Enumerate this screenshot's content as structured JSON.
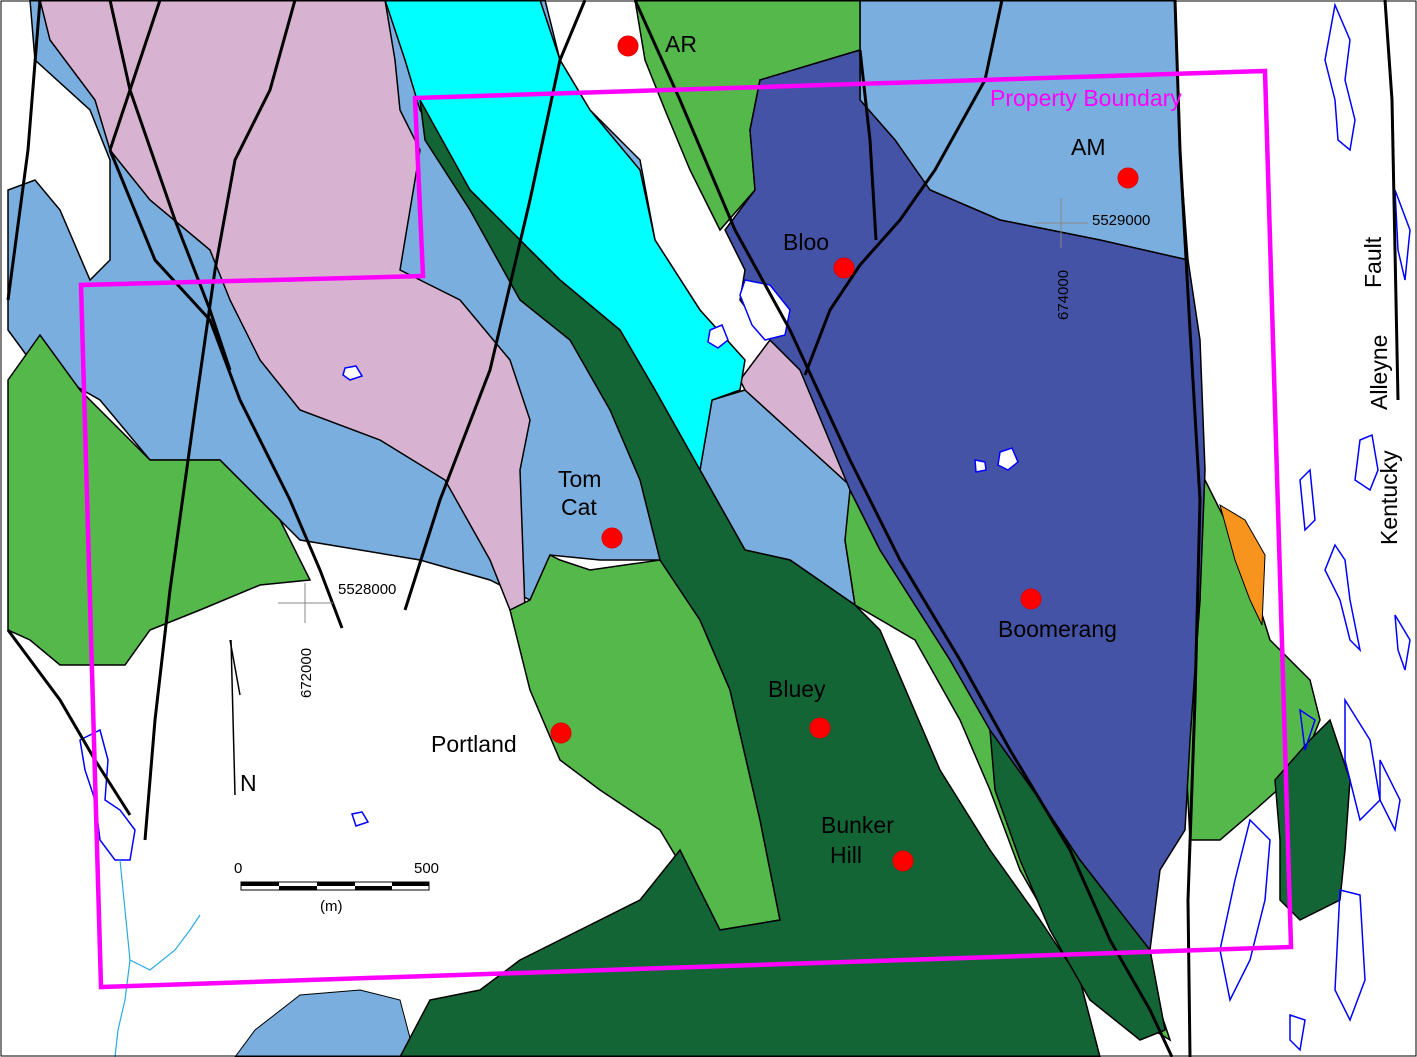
{
  "colors": {
    "pale_blue": "#7aaede",
    "pink": "#d8b3d1",
    "cyan": "#00ffff",
    "light_green": "#55b84a",
    "dark_green": "#136536",
    "navy_blue": "#4553a6",
    "orange": "#f7941d",
    "boundary": "#ff00ff",
    "deposit_marker": "#ff0000",
    "water_outline": "#0000ff",
    "stream": "#29abe2",
    "fault_line": "#000000"
  },
  "boundary_label": "Property Boundary",
  "deposits": [
    {
      "name": "AR",
      "label_lines": [
        "AR"
      ]
    },
    {
      "name": "AM",
      "label_lines": [
        "AM"
      ]
    },
    {
      "name": "Bloo",
      "label_lines": [
        "Bloo"
      ]
    },
    {
      "name": "Tom Cat",
      "label_lines": [
        "Tom",
        "Cat"
      ]
    },
    {
      "name": "Boomerang",
      "label_lines": [
        "Boomerang"
      ]
    },
    {
      "name": "Bluey",
      "label_lines": [
        "Bluey"
      ]
    },
    {
      "name": "Portland",
      "label_lines": [
        "Portland"
      ]
    },
    {
      "name": "Bunker Hill",
      "label_lines": [
        "Bunker",
        "Hill"
      ]
    }
  ],
  "grid_ticks": {
    "northing_1": "5528000",
    "northing_2": "5529000",
    "easting_1": "672000",
    "easting_2": "674000"
  },
  "fault_label": [
    "Fault",
    "Alleyne",
    "Kentucky"
  ],
  "north_arrow": "N",
  "scale_bar": {
    "start": "0",
    "end": "500",
    "unit": "(m)"
  }
}
